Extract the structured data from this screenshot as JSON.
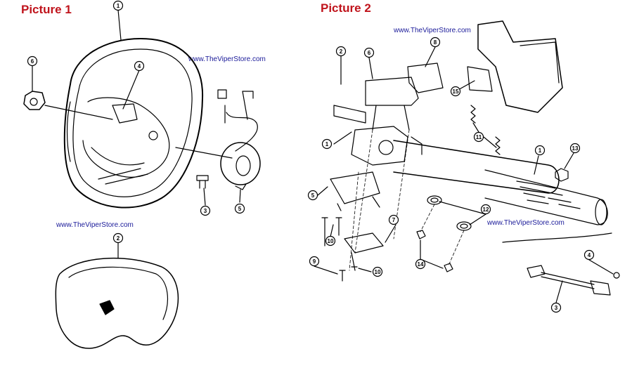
{
  "titles": {
    "picture1": "Picture 1",
    "picture2": "Picture 2"
  },
  "watermark": "www.TheViperStore.com",
  "callouts": {
    "p1": [
      "1",
      "2",
      "3",
      "4",
      "5",
      "6"
    ],
    "p2": [
      "1",
      "1",
      "2",
      "3",
      "4",
      "5",
      "6",
      "7",
      "8",
      "9",
      "10",
      "10",
      "11",
      "12",
      "13",
      "14",
      "15"
    ]
  },
  "colors": {
    "title": "#c0141c",
    "watermark": "#1a1a99",
    "line": "#000000"
  }
}
